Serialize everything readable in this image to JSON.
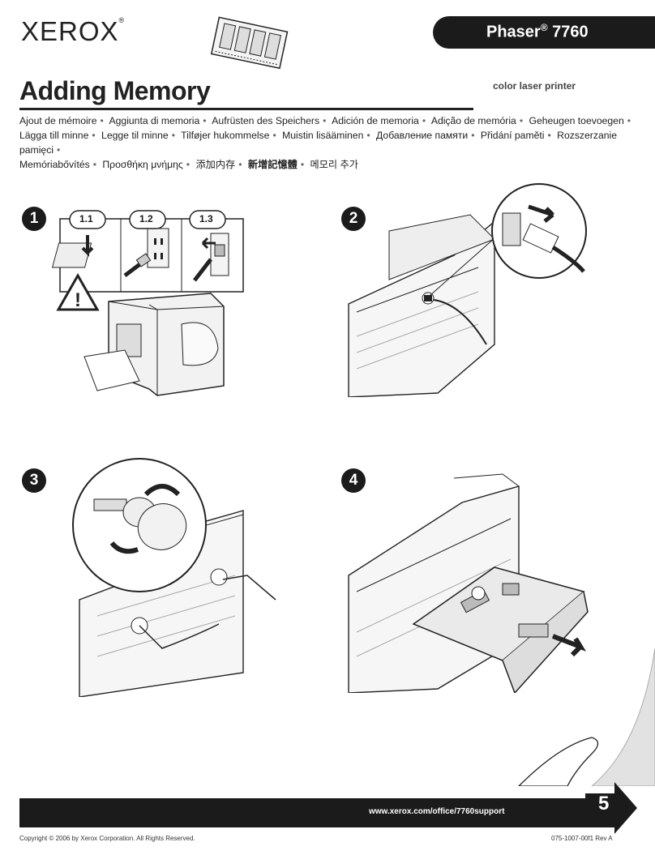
{
  "header": {
    "logo": "XEROX",
    "logo_mark": "®",
    "product_name": "Phaser",
    "product_mark": "®",
    "product_model": "7760",
    "subtitle": "color laser printer"
  },
  "title": "Adding Memory",
  "languages": [
    "Ajout de mémoire",
    "Aggiunta di memoria",
    "Aufrüsten des Speichers",
    "Adición de memoria",
    "Adição de memória",
    "Geheugen toevoegen",
    "Lägga till minne",
    "Legge til minne",
    "Tilføjer hukommelse",
    "Muistin lisääminen",
    "Добавление памяти",
    "Přidání paměti",
    "Rozszerzanie pamięci",
    "Memóriabővítés",
    "Προσθήκη μνήμης",
    "添加内存",
    "新增記憶體",
    "메모리 추가"
  ],
  "steps": [
    {
      "number": "1",
      "substeps": [
        "1.1",
        "1.2",
        "1.3"
      ]
    },
    {
      "number": "2"
    },
    {
      "number": "3"
    },
    {
      "number": "4"
    }
  ],
  "footer": {
    "url": "www.xerox.com/office/7760support",
    "page_number": "5",
    "copyright": "Copyright © 2006 by Xerox Corporation. All Rights Reserved.",
    "doc_number": "075-1007-00f1 Rev A"
  },
  "colors": {
    "dark": "#1b1b1b",
    "line": "#222222",
    "paper": "#ffffff"
  }
}
